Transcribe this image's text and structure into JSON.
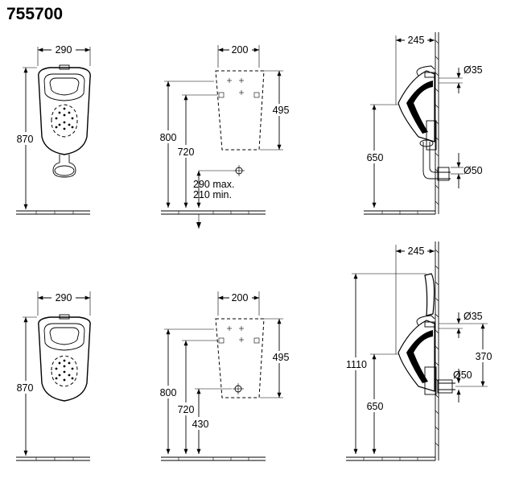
{
  "title": "755700",
  "top": {
    "front": {
      "width": "290",
      "height": "870"
    },
    "rear": {
      "width": "200",
      "fix_height": "495",
      "total": "800",
      "inlet": "720",
      "outlet_max": "290 max.",
      "outlet_min": "210 min."
    },
    "side": {
      "depth": "245",
      "inlet_dia": "Ø35",
      "height": "650",
      "outlet_dia": "Ø50"
    }
  },
  "bottom": {
    "front": {
      "width": "290",
      "height": "870"
    },
    "rear": {
      "width": "200",
      "fix_height": "495",
      "total": "800",
      "inlet": "720",
      "outlet": "430"
    },
    "side": {
      "depth": "245",
      "inlet_dia": "Ø35",
      "total": "1110",
      "height": "650",
      "spacing": "370",
      "outlet_dia": "Ø50"
    }
  }
}
